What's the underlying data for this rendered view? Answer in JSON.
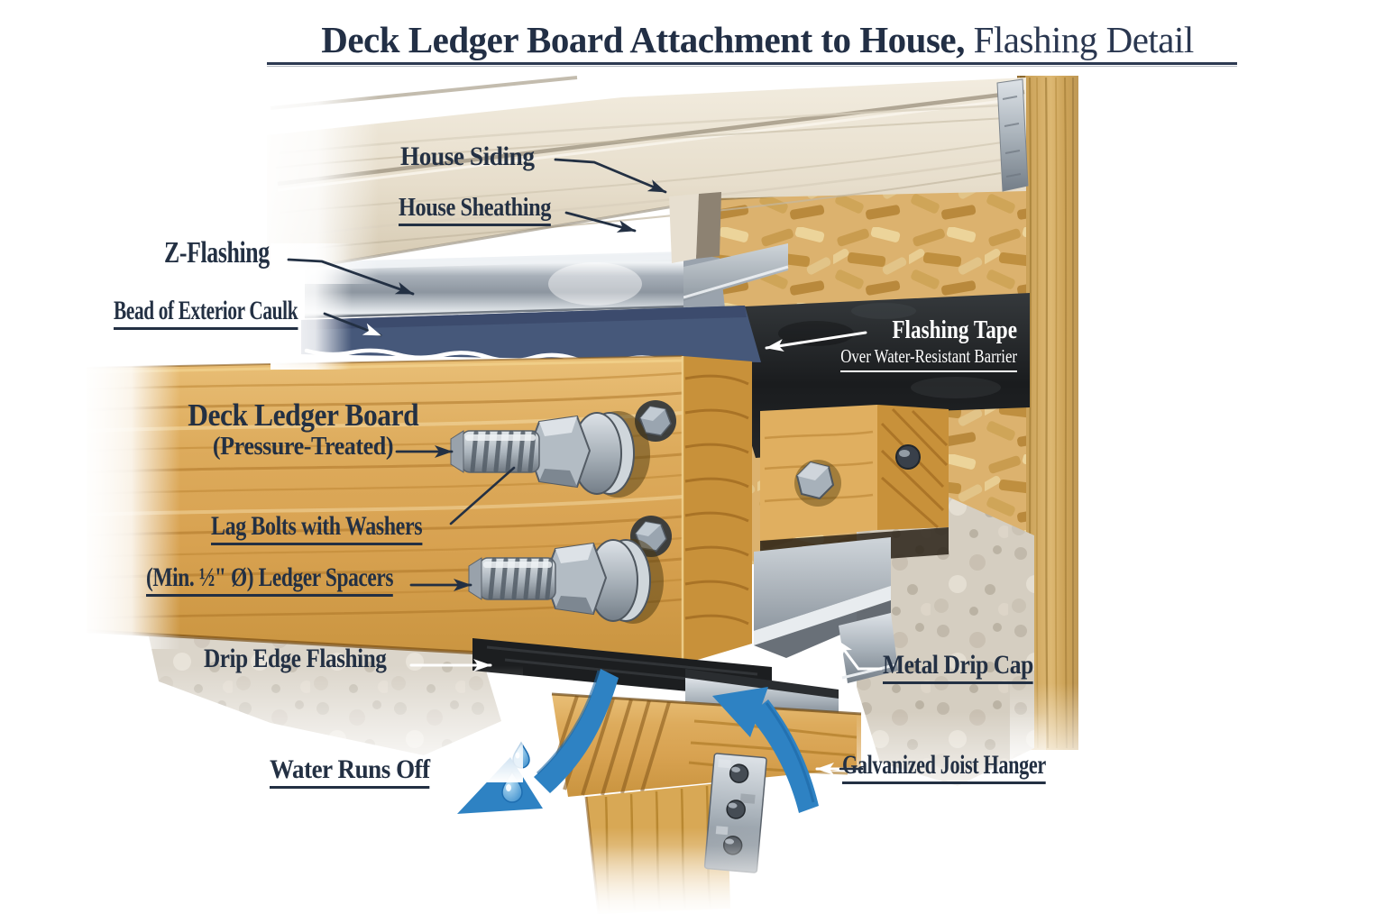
{
  "title": {
    "main": "Deck Ledger Board Attachment to House,",
    "suffix": " Flashing Detail"
  },
  "labels": {
    "house_siding": "House Siding",
    "house_sheathing": "House Sheathing",
    "z_flashing": "Z-Flashing",
    "bead_of_exterior_caulk": "Bead of Exterior Caulk",
    "flashing_tape": "Flashing Tape",
    "flashing_tape_sub": "Over Water-Resistant Barrier",
    "deck_ledger_board": "Deck Ledger Board",
    "deck_ledger_board_sub": "(Pressure-Treated)",
    "lag_bolts": "Lag Bolts with Washers",
    "ledger_spacers": "(Min. ½\" Ø) Ledger Spacers",
    "drip_edge_flashing": "Drip Edge Flashing",
    "metal_drip_cap": "Metal Drip Cap",
    "water_runs_off": "Water Runs Off",
    "galvanized_joist_hanger": "Galvanized Joist Hanger"
  },
  "colors": {
    "label_ink": "#233043",
    "title_ink": "#222f45",
    "water_arrow_blue": "#2e82c3",
    "flashing_tape_black": "#1d1f21",
    "ledger_wood": "#d8a251",
    "metal_gray": "#aab3bc",
    "siding_cream": "#e9e1d1",
    "caulk_slate": "#46587a"
  }
}
